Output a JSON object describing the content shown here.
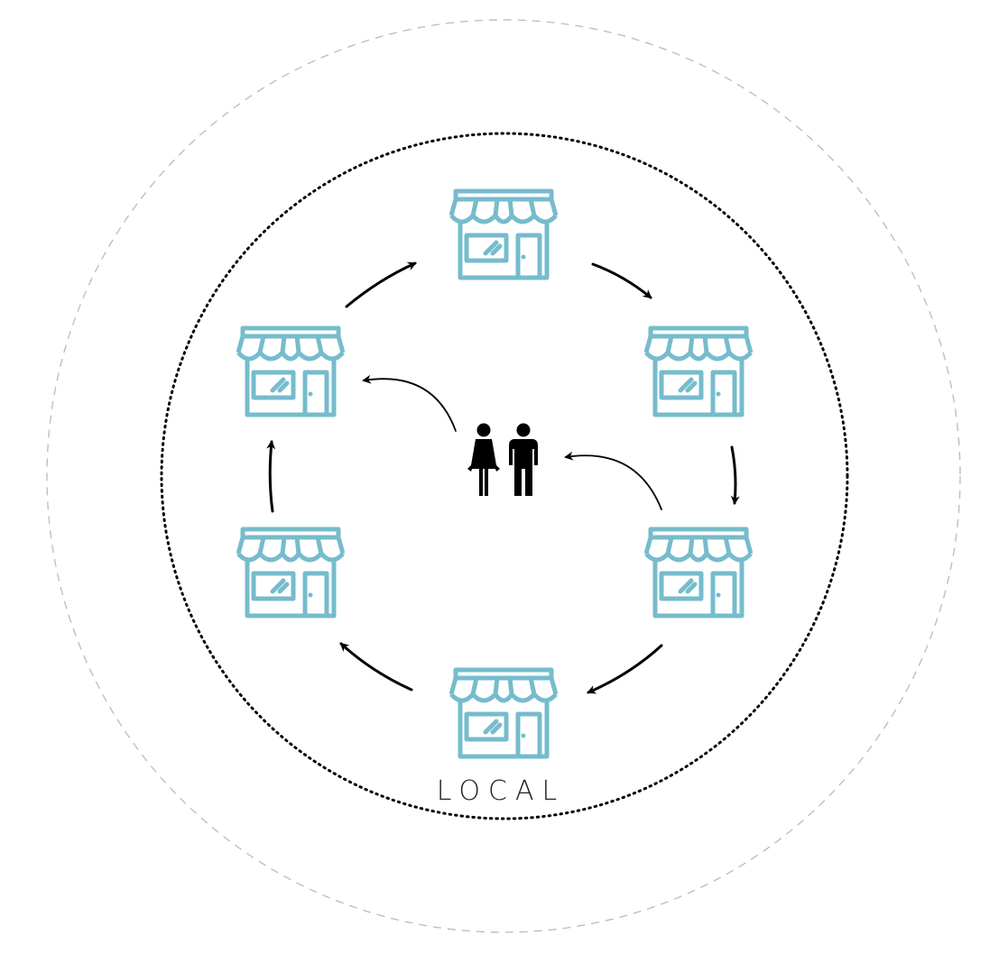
{
  "diagram": {
    "label": "LOCAL",
    "colors": {
      "store": "#76bccc",
      "arrow": "#000000",
      "outer_ring": "#bbbbbb",
      "inner_ring": "#000000"
    },
    "nodes": [
      {
        "id": "store-top",
        "icon": "store-icon"
      },
      {
        "id": "store-top-right",
        "icon": "store-icon"
      },
      {
        "id": "store-bottom-right",
        "icon": "store-icon"
      },
      {
        "id": "store-bottom",
        "icon": "store-icon"
      },
      {
        "id": "store-bottom-left",
        "icon": "store-icon"
      },
      {
        "id": "store-top-left",
        "icon": "store-icon"
      },
      {
        "id": "people",
        "icon": "people-icon"
      }
    ]
  }
}
